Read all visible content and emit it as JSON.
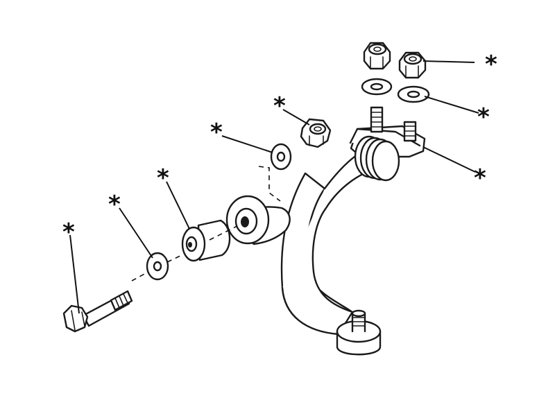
{
  "diagram": {
    "style": "monochrome line-art exploded view",
    "line_color": "#1a1a1a",
    "background": "#ffffff",
    "marker_symbol": "*",
    "parts": [
      "bolt",
      "plain-washer",
      "bush",
      "wishbone-arm",
      "washer",
      "nyloc-nut",
      "ball-joint",
      "mounting-bracket",
      "bracket-nut",
      "bracket-washer"
    ]
  }
}
